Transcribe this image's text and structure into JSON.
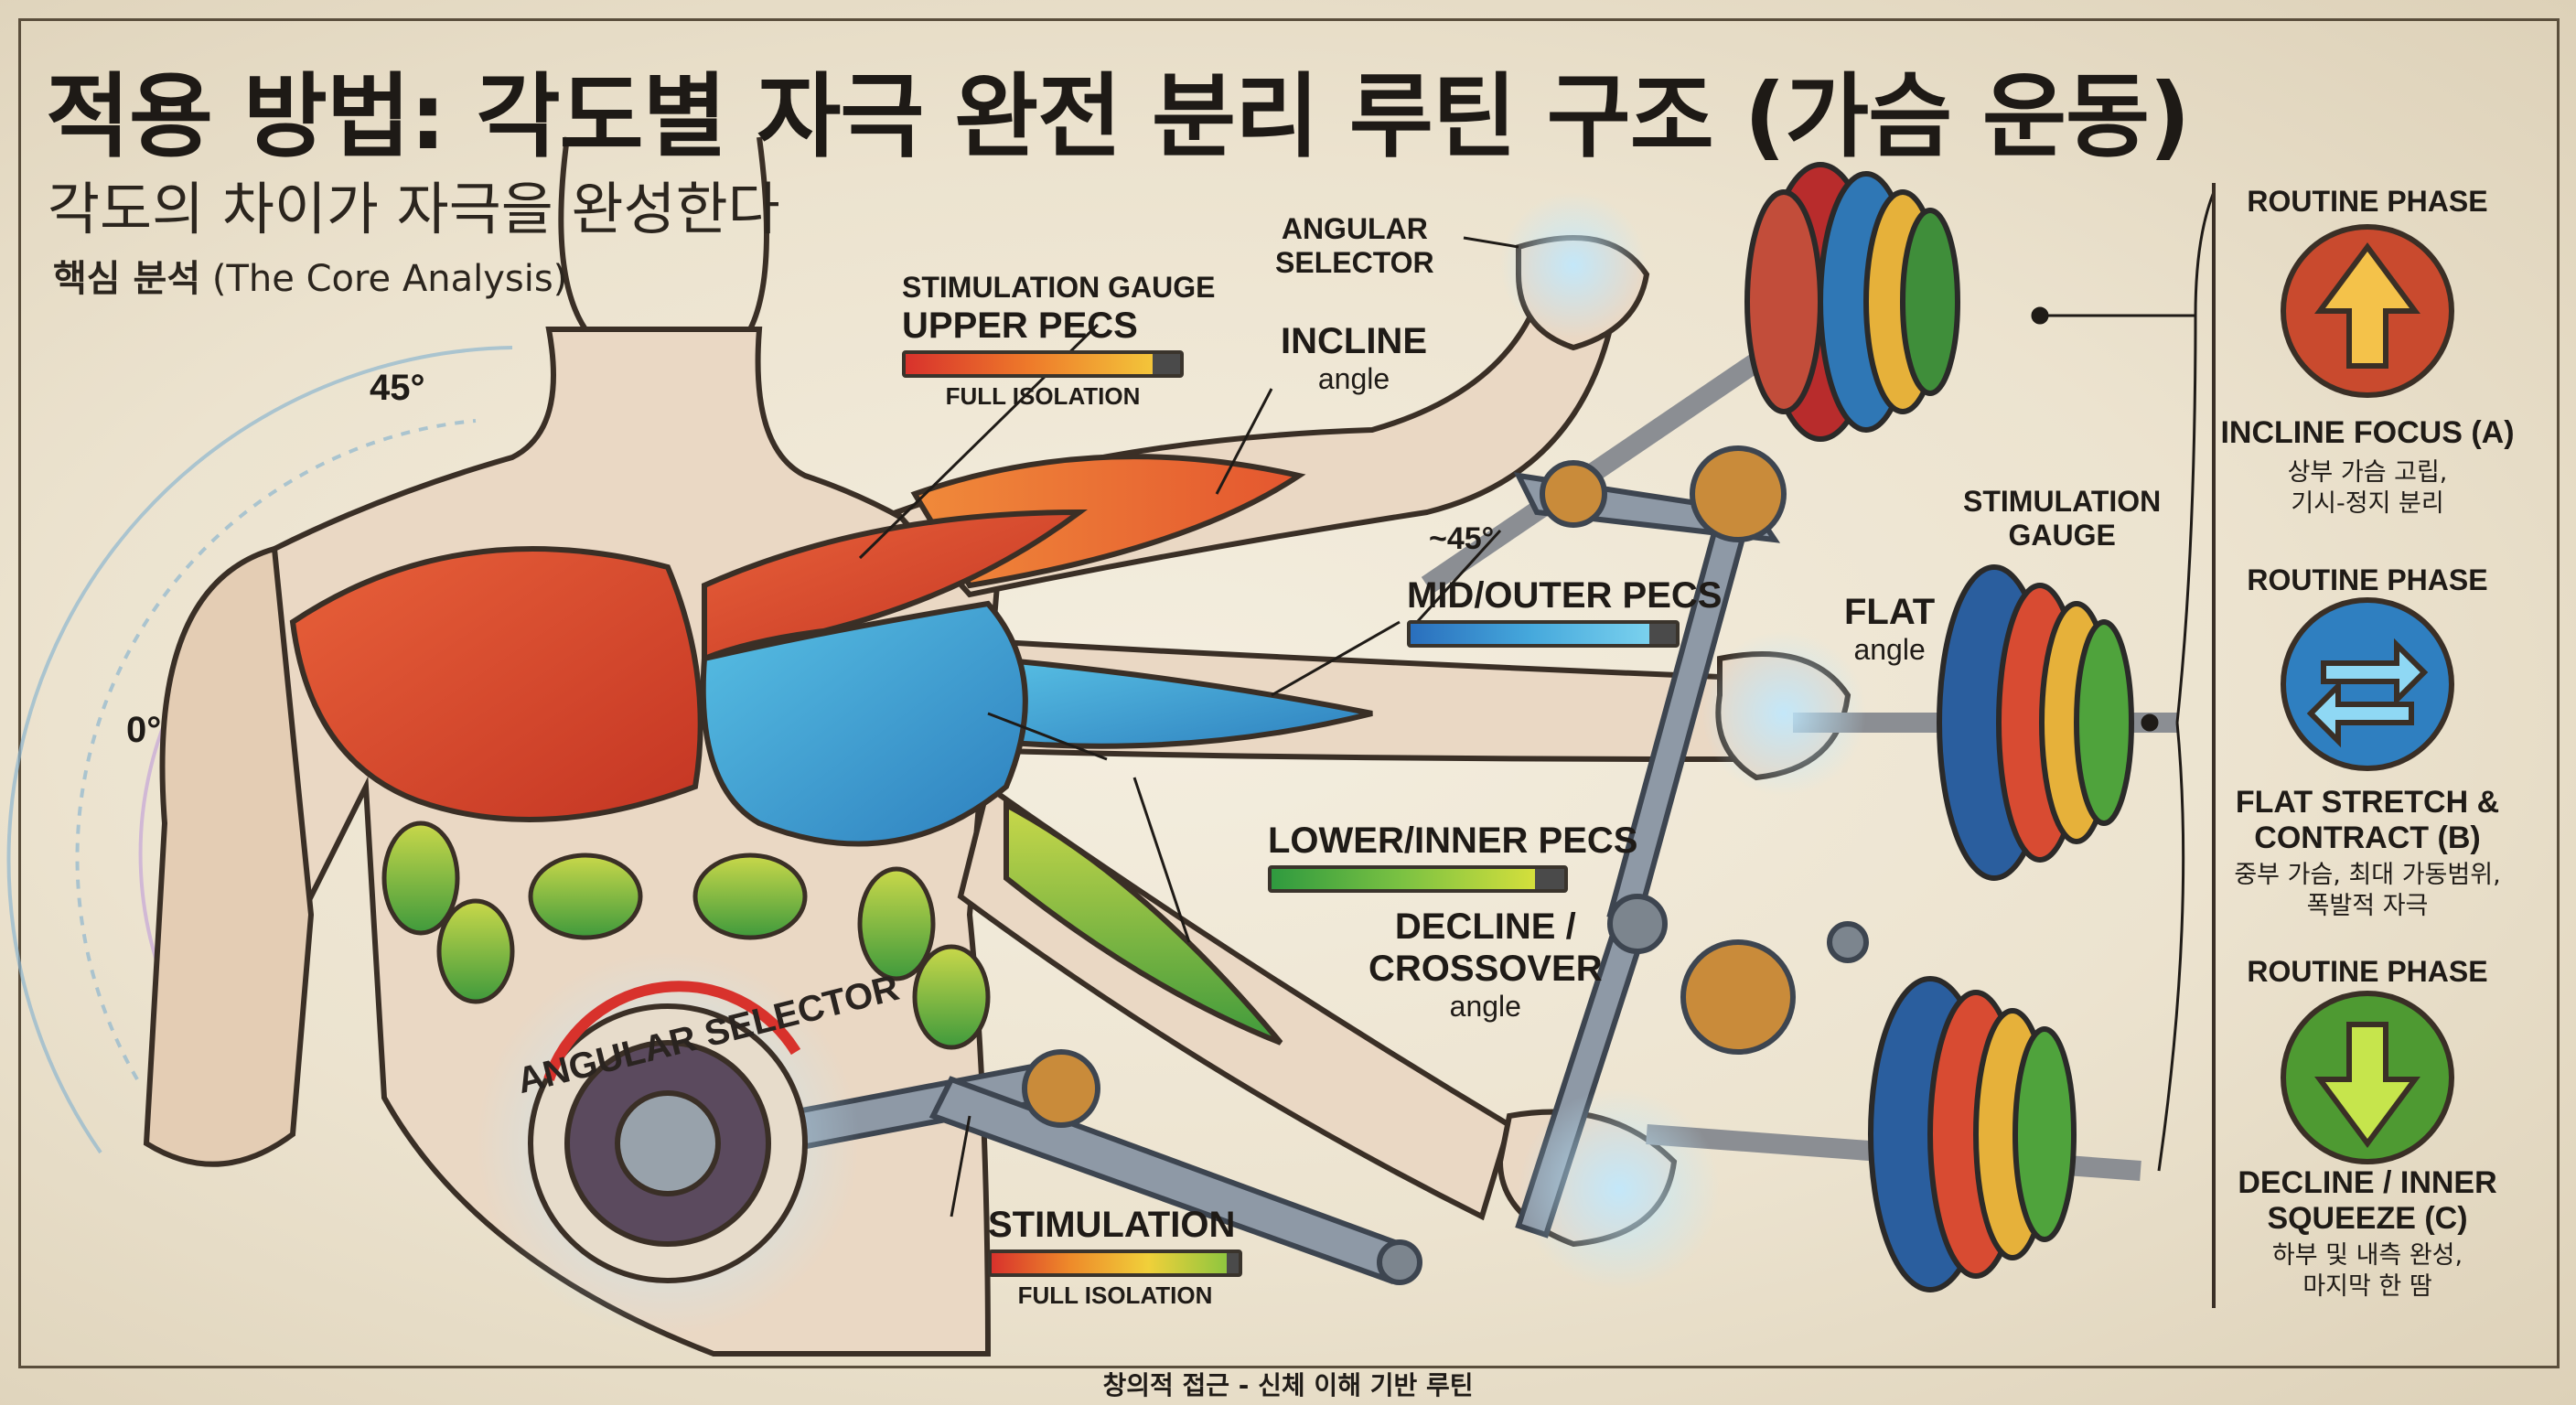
{
  "title": "적용 방법: 각도별 자극 완전 분리 루틴 구조 (가슴 운동)",
  "subtitle": "각도의 차이가 자극을 완성한다",
  "core_analysis": {
    "ko": "핵심 분석",
    "en": "(The Core Analysis)"
  },
  "angles": {
    "deg45": "45°",
    "deg0": "0°",
    "approx45": "~45°"
  },
  "labels": {
    "angular_selector_top": "ANGULAR\nSELECTOR",
    "incline_angle": {
      "name": "INCLINE",
      "unit": "angle"
    },
    "flat_angle": {
      "name": "FLAT",
      "unit": "angle"
    },
    "decline_angle": {
      "name": "DECLINE /\nCROSSOVER",
      "unit": "angle"
    },
    "stimulation_gauge_right": "STIMULATION\nGAUGE",
    "angular_selector_dial": "ANGULAR SELECTOR"
  },
  "gauges": [
    {
      "title": "STIMULATION GAUGE",
      "name": "UPPER PECS",
      "caption": "FULL ISOLATION",
      "level": 0.9,
      "colors": [
        "#d8322c",
        "#ee7a2a",
        "#f3c53a"
      ]
    },
    {
      "title": "",
      "name": "MID/OUTER PECS",
      "caption": "",
      "level": 0.9,
      "colors": [
        "#2a6fbd",
        "#45a8dc",
        "#7ad1ee"
      ]
    },
    {
      "title": "",
      "name": "LOWER/INNER PECS",
      "caption": "",
      "level": 0.9,
      "colors": [
        "#2f9a3f",
        "#7cc242",
        "#d4df3c"
      ]
    },
    {
      "title": "STIMULATION",
      "name": "",
      "caption": "FULL ISOLATION",
      "level": 0.95,
      "colors": [
        "#d8322c",
        "#ee8a2a",
        "#f0d03a",
        "#8fc63f"
      ]
    }
  ],
  "phases": [
    {
      "header": "ROUTINE PHASE",
      "icon": "arrow-up-icon",
      "name": "INCLINE FOCUS (A)",
      "desc": "상부 가슴 고립,\n기시-정지 분리",
      "color": "#c94a2e"
    },
    {
      "header": "ROUTINE PHASE",
      "icon": "swap-arrows-icon",
      "name": "FLAT STRETCH &\nCONTRACT (B)",
      "desc": "중부 가슴, 최대 가동범위,\n폭발적 자극",
      "color": "#2f7fc0"
    },
    {
      "header": "ROUTINE PHASE",
      "icon": "arrow-down-icon",
      "name": "DECLINE / INNER\nSQUEEZE (C)",
      "desc": "하부 및 내측 완성,\n마지막 한 땀",
      "color": "#4e9a32"
    }
  ],
  "footer": "창의적 접근 - 신체 이해 기반 루틴"
}
